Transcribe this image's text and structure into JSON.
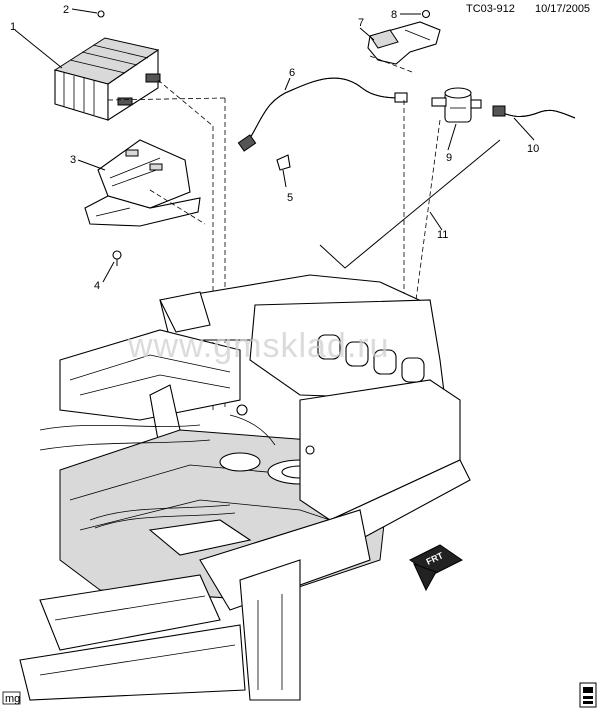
{
  "header": {
    "drawing_id": "TC03-912",
    "date": "10/17/2005"
  },
  "watermark": "www.gmsklad.ru",
  "callouts": [
    "1",
    "2",
    "3",
    "4",
    "5",
    "6",
    "7",
    "8",
    "9",
    "10",
    "11"
  ],
  "corner_mark": "mg",
  "direction_arrow": {
    "label": "FRT"
  },
  "badge": {
    "icon": "vehicle-badge-icon"
  }
}
